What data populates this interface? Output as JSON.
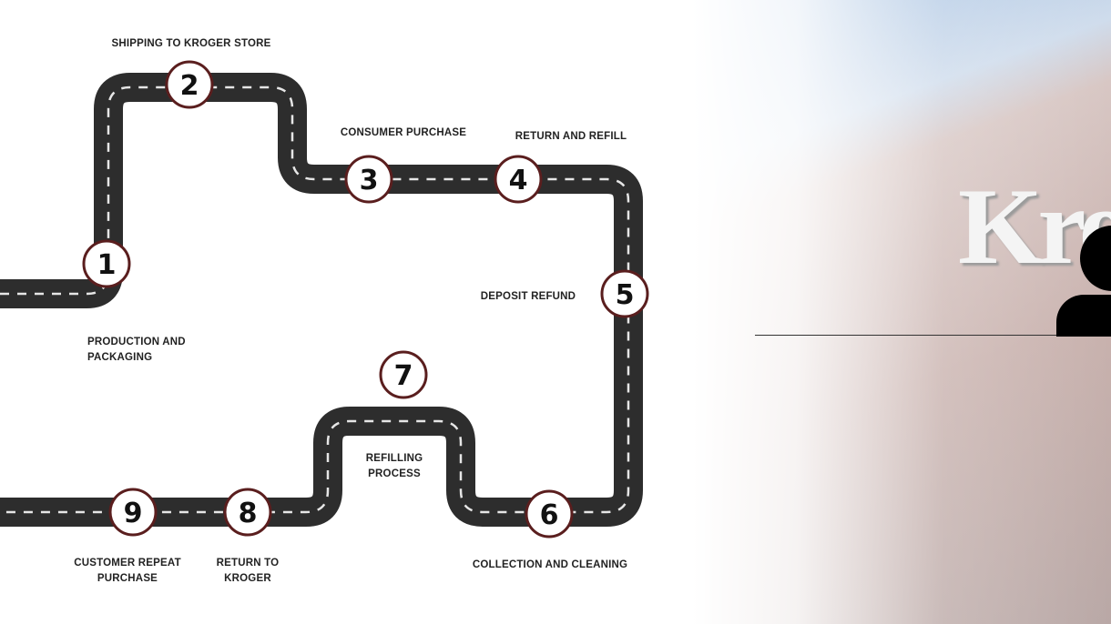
{
  "title": "Kroger reusable packaging roadmap",
  "brand_text": "Kroger",
  "steps": [
    {
      "number": "1",
      "label": "PRODUCTION AND PACKAGING"
    },
    {
      "number": "2",
      "label": "SHIPPING TO KROGER STORE"
    },
    {
      "number": "3",
      "label": "CONSUMER PURCHASE"
    },
    {
      "number": "4",
      "label": "RETURN AND REFILL"
    },
    {
      "number": "5",
      "label": "DEPOSIT REFUND"
    },
    {
      "number": "6",
      "label": "COLLECTION AND CLEANING"
    },
    {
      "number": "7",
      "label": "REFILLING PROCESS"
    },
    {
      "number": "8",
      "label": "RETURN TO KROGER"
    },
    {
      "number": "9",
      "label": "CUSTOMER REPEAT PURCHASE"
    }
  ],
  "colors": {
    "road": "#2d2d2d",
    "dash": "#e6e6e6",
    "circle_border": "#5a1e1e"
  }
}
